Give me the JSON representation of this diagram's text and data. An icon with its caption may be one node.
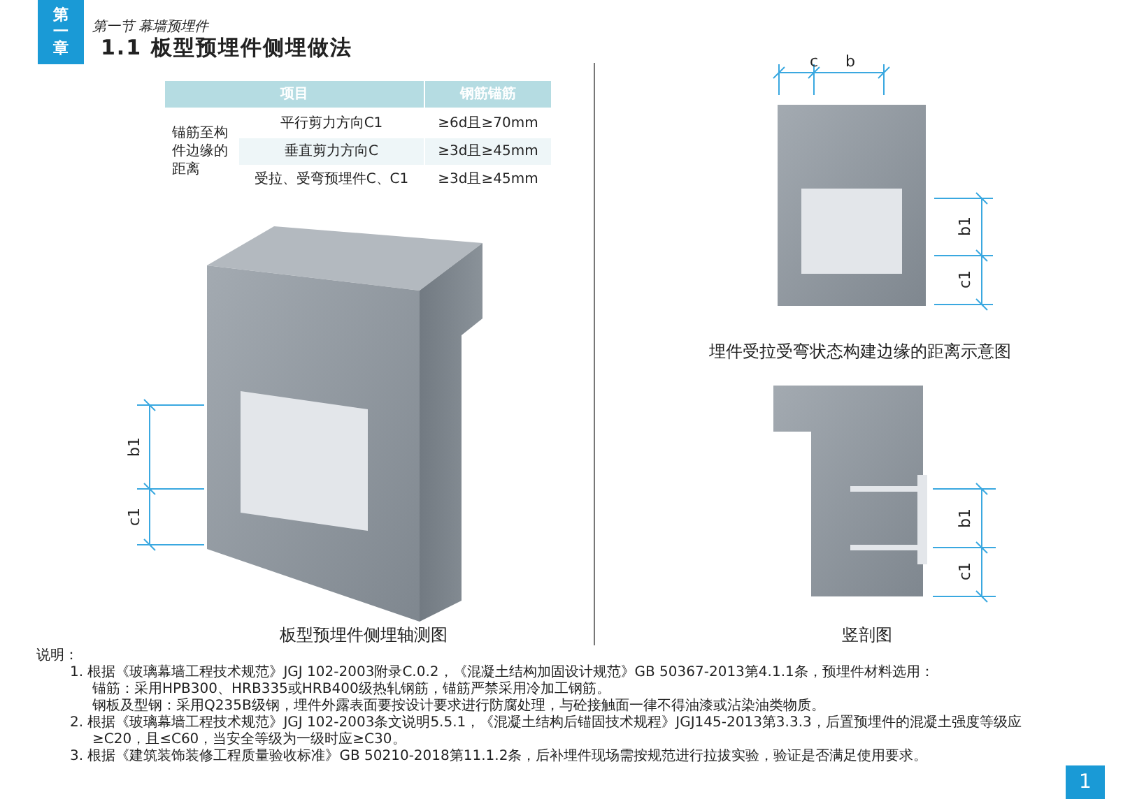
{
  "diagram": {
    "title": "1.1 板型预埋件侧埋做法",
    "labels": [
      "第一章",
      "第一节 幕墙预埋件",
      "项目",
      "钢筋锚筋",
      "锚筋至构件边缘的距离",
      "平行剪力方向C1",
      "≥6d且≥70mm",
      "垂直剪力方向C",
      "≥3d且≥45mm",
      "受拉、受弯预埋件C、C1",
      "≥3d且≥45mm",
      "c",
      "b",
      "b1",
      "c1",
      "埋件受拉受弯状态构建边缘的距离示意图",
      "b1",
      "c1",
      "b1",
      "c1",
      "板型预埋件侧埋轴测图",
      "竖剖图",
      "说明：",
      "1. 根据《玻璃幕墙工程技术规范》JGJ 102-2003附录C.0.2，《混凝土结构加固设计规范》GB 50367-2013第4.1.1条，预埋件材料选用：",
      "锚筋：采用HPB300、HRB335或HRB400级热轧钢筋，锚筋严禁采用冷加工钢筋。",
      "钢板及型钢：采用Q235B级钢，埋件外露表面要按设计要求进行防腐处理，与砼接触面一律不得油漆或沾染油类物质。",
      "2. 根据《玻璃幕墙工程技术规范》JGJ 102-2003条文说明5.5.1，《混凝土结构后锚固技术规程》JGJ145-2013第3.3.3，后置预埋件的混凝土强度等级应≥C20，且≤C60，当安全等级为一级时应≥C30。",
      "3. 根据《建筑装饰装修工程质量验收标准》GB 50210-2018第11.1.2条，后补埋件现场需按规范进行拉拔实验，验证是否满足使用要求。",
      "1"
    ]
  }
}
